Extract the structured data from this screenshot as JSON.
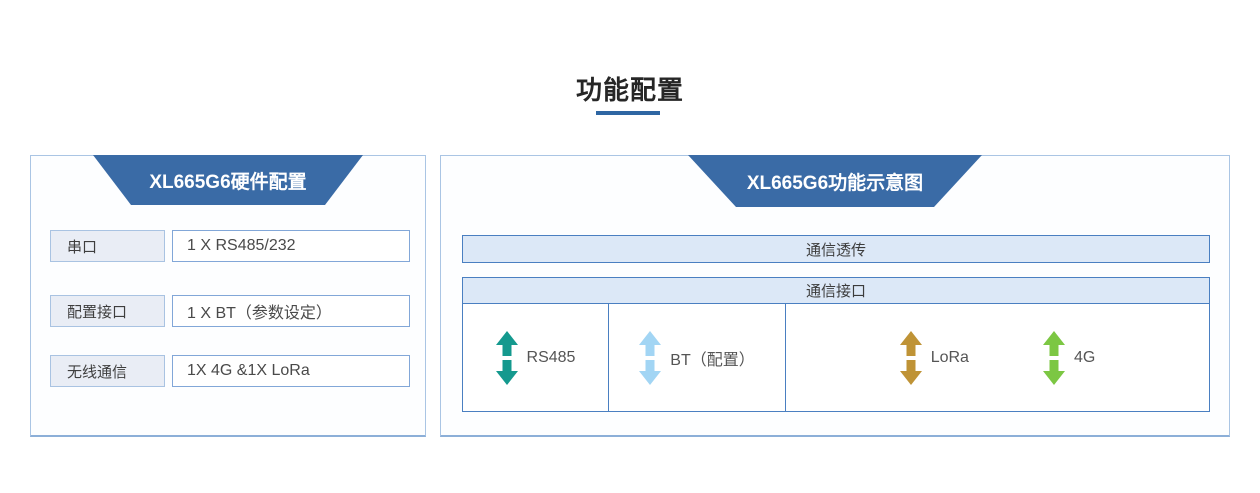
{
  "page": {
    "title": "功能配置"
  },
  "colors": {
    "accent_blue": "#2e66a3",
    "header_blue": "#3a6ba6",
    "border_blue": "#4a7fc1"
  },
  "hardware_panel": {
    "title": "XL665G6硬件配置",
    "rows": [
      {
        "label": "串口",
        "value": "1 X RS485/232"
      },
      {
        "label": "配置接口",
        "value": "1 X BT（参数设定）"
      },
      {
        "label": "无线通信",
        "value": "1X 4G &1X LoRa"
      }
    ]
  },
  "function_panel": {
    "title": "XL665G6功能示意图",
    "passthrough_bar": "通信透传",
    "interface_header": "通信接口",
    "interfaces": [
      {
        "label": "RS485",
        "icon": "double-arrow-vertical-icon",
        "color": "#14998e"
      },
      {
        "label": "BT（配置）",
        "icon": "double-arrow-vertical-icon",
        "color": "#a2d5f4"
      },
      {
        "label": "LoRa",
        "icon": "double-arrow-vertical-icon",
        "color": "#bf9336"
      },
      {
        "label": "4G",
        "icon": "double-arrow-vertical-icon",
        "color": "#7cc743"
      }
    ]
  }
}
